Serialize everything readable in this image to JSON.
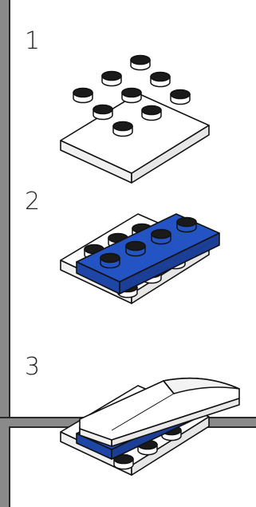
{
  "steps": [
    {
      "number": "1",
      "parts": [
        "white-plate-3x3"
      ]
    },
    {
      "number": "2",
      "parts": [
        "white-plate-3x3",
        "blue-plate-1x4"
      ]
    },
    {
      "number": "3",
      "parts": [
        "white-plate-3x3",
        "blue-plate-1x4",
        "white-curved-slope"
      ]
    }
  ],
  "colors": {
    "white_part": "#ffffff",
    "blue_part": "#2454c4",
    "stud_top": "#1a1a1a",
    "outline": "#111111",
    "background": "#8a8a8a"
  }
}
